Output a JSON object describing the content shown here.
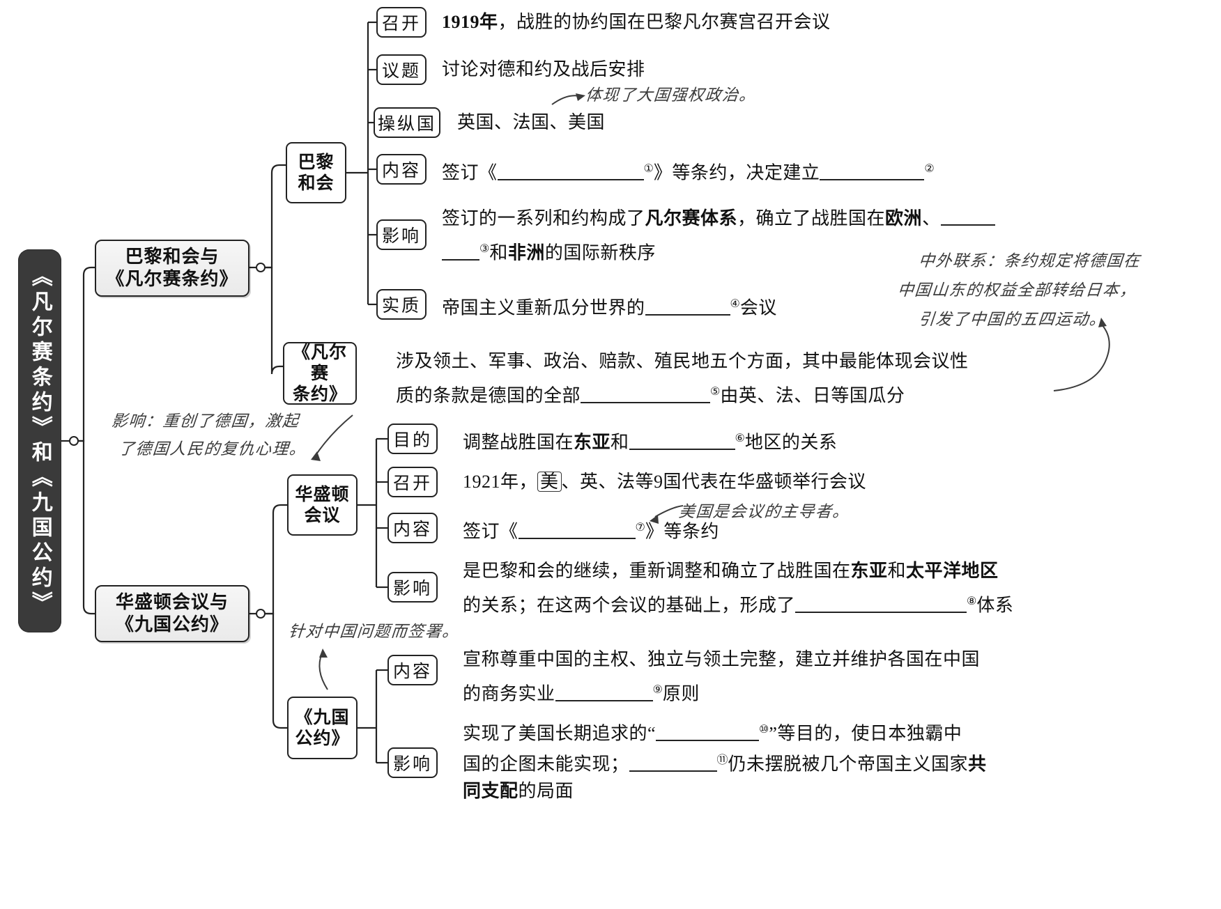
{
  "root": {
    "label": "《凡尔赛条约》和《九国公约》"
  },
  "branches": [
    {
      "id": "b1",
      "label": "巴黎和会与\n《凡尔赛条约》"
    },
    {
      "id": "b2",
      "label": "华盛顿会议与\n《九国公约》"
    }
  ],
  "nodes": {
    "paris": "巴黎\n和会",
    "versailles": "《凡尔赛\n条约》",
    "washington": "华盛顿\n会议",
    "ninepower": "《九国\n公约》"
  },
  "chips": {
    "convene": "召开",
    "topic": "议题",
    "controllers": "操纵国",
    "content": "内容",
    "influence": "影响",
    "essence": "实质",
    "purpose": "目的",
    "convene2": "召开",
    "content2": "内容",
    "influence2": "影响",
    "content3": "内容",
    "influence3": "影响"
  },
  "rows": {
    "paris_convene": {
      "pre_bold": "1919年",
      "rest": "，战胜的协约国在巴黎凡尔赛宫召开会议"
    },
    "paris_topic": "讨论对德和约及战后安排",
    "paris_controllers": "英国、法国、美国",
    "paris_content": {
      "p1": "签订《",
      "mark": "①",
      "p2": "》等条约，决定建立",
      "mark2": "②"
    },
    "paris_influence": {
      "l1a": "签订的一系列和约构成了",
      "l1b": "凡尔赛体系",
      "l1c": "，确立了战胜国在",
      "l1d": "欧洲",
      "l1e": "、",
      "l2mark": "③",
      "l2a": "和",
      "l2b": "非洲",
      "l2c": "的国际新秩序"
    },
    "paris_essence": {
      "a": "帝国主义重新瓜分世界的",
      "mark": "④",
      "b": "会议"
    },
    "versailles_text": {
      "l1": "涉及领土、军事、政治、赔款、殖民地五个方面，其中最能体现会议性",
      "l2a": "质的条款是德国的全部",
      "mark": "⑤",
      "l2b": "由英、法、日等国瓜分"
    },
    "wash_purpose": {
      "a": "调整战胜国在",
      "b": "东亚",
      "c": "和",
      "mark": "⑥",
      "d": "地区的关系"
    },
    "wash_convene": {
      "a": "1921年，",
      "boxed": "美",
      "b": "、英、法等9国代表在华盛顿举行会议"
    },
    "wash_content": {
      "a": "签订《",
      "mark": "⑦",
      "b": "》等条约"
    },
    "wash_influence": {
      "l1a": "是巴黎和会的继续，重新调整和确立了战胜国在",
      "l1b": "东亚",
      "l1c": "和",
      "l1d": "太平洋地区",
      "l2a": "的关系；在这两个会议的基础上，形成了",
      "mark": "⑧",
      "l2b": "体系"
    },
    "nine_content": {
      "l1": "宣称尊重中国的主权、独立与领土完整，建立并维护各国在中国",
      "l2a": "的商务实业",
      "mark": "⑨",
      "l2b": "原则"
    },
    "nine_influence": {
      "l1a": "实现了美国长期追求的“",
      "mark10": "⑩",
      "l1b": "”等目的，使日本独霸中",
      "l2a": "国的企图未能实现；",
      "mark11": "⑪",
      "l2b": "仍未摆脱被几个帝国主义国家",
      "l2c": "共",
      "l3a": "同支配",
      "l3b": "的局面"
    }
  },
  "annotations": {
    "great_power": "体现了大国强权政治。",
    "sino_foreign_l1": "中外联系：条约规定将德国在",
    "sino_foreign_l2": "中国山东的权益全部转给日本，",
    "sino_foreign_l3": "引发了中国的五四运动。",
    "germany_revenge_l1": "影响：重创了德国，激起",
    "germany_revenge_l2": "了德国人民的复仇心理。",
    "us_leader": "美国是会议的主导者。",
    "for_china": "针对中国问题而签署。"
  },
  "colors": {
    "ink": "#111111",
    "root_bar": "#3a3a3a",
    "box_fill": "#f0f0f0",
    "hand_ink": "#3b3b3b"
  }
}
